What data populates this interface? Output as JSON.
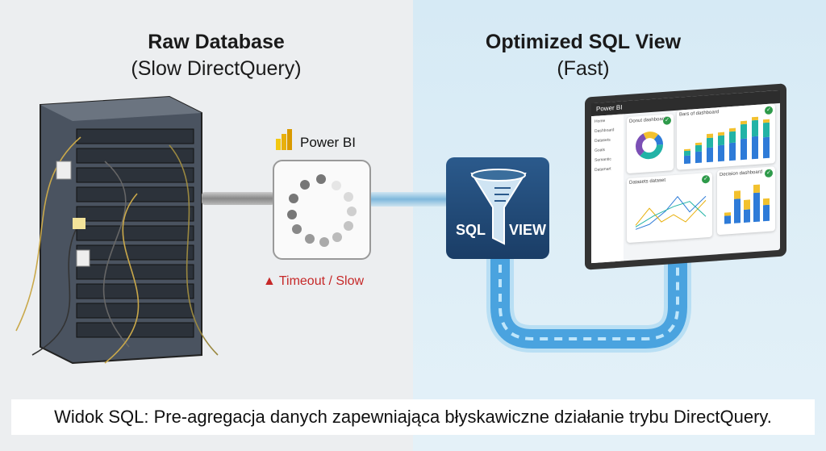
{
  "left_panel": {
    "title": "Raw Database",
    "subtitle": "(Slow DirectQuery)"
  },
  "right_panel": {
    "title": "Optimized SQL View",
    "subtitle": "(Fast)"
  },
  "power_bi": {
    "label": "Power BI",
    "status": "Timeout / Slow",
    "status_icon": "warning-icon"
  },
  "sql_view": {
    "left_label": "SQL",
    "right_label": "VIEW"
  },
  "dashboard": {
    "app_title": "Power BI",
    "nav": [
      "Home",
      "Dashboard",
      "Datasets",
      "Goals",
      "Semantic",
      "Datamart"
    ],
    "cards": [
      "Donut dashboard",
      "Bars of dashboard",
      "Datasets dataset",
      "Decision dashboard"
    ]
  },
  "caption": "Widok SQL: Pre-agregacja danych zapewniająca błyskawiczne działanie trybu DirectQuery.",
  "colors": {
    "accent_blue": "#1a3d66",
    "warning": "#d32f2f",
    "check": "#2e9a4a"
  }
}
